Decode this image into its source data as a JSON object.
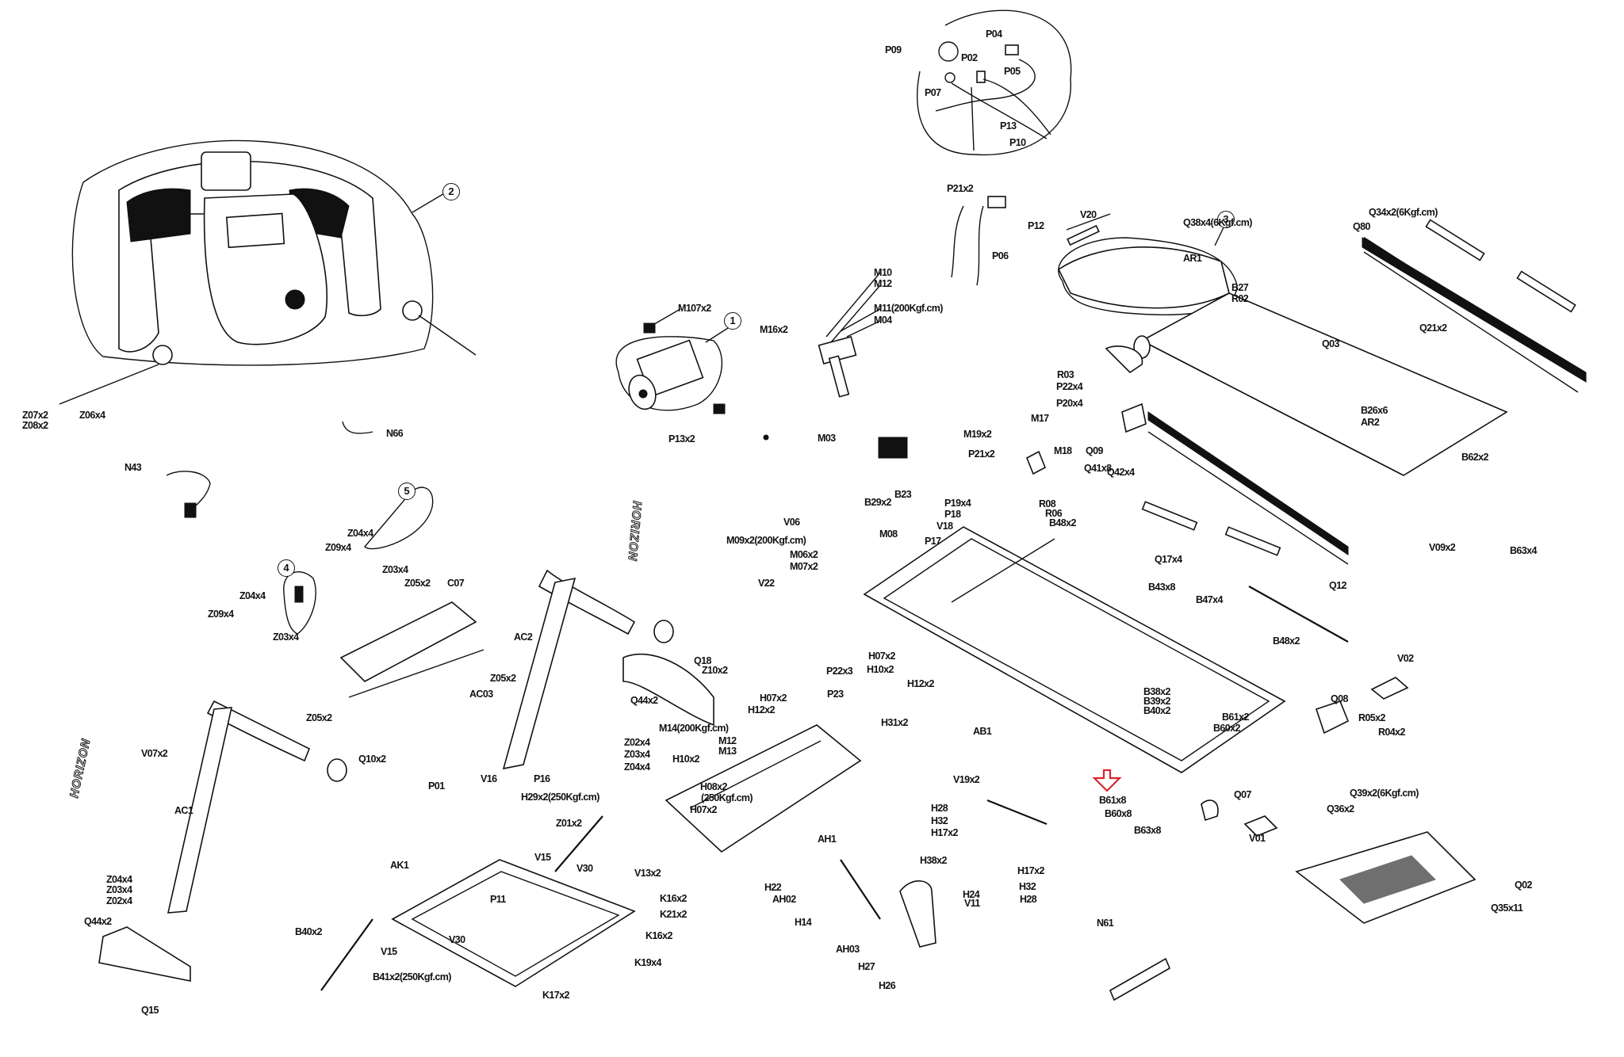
{
  "diagram": {
    "title": "Treadmill exploded parts diagram",
    "brand_text": "HORIZON",
    "highlight_color": "#d9262c",
    "highlight_target": "B61x8",
    "callouts": [
      "1",
      "2",
      "3",
      "4",
      "5"
    ],
    "labels": {
      "P09": "P09",
      "P04": "P04",
      "P02": "P02",
      "P05": "P05",
      "P07": "P07",
      "P13": "P13",
      "P10": "P10",
      "P21x2_top": "P21x2",
      "P12": "P12",
      "P06": "P06",
      "V20": "V20",
      "Q38x4": "Q38x4(6Kgf.cm)",
      "AR1": "AR1",
      "Q34x2": "Q34x2(6Kgf.cm)",
      "Q80": "Q80",
      "B27": "B27",
      "R02": "R02",
      "Q03": "Q03",
      "Q21x2": "Q21x2",
      "R03": "R03",
      "P22x4": "P22x4",
      "P20x4": "P20x4",
      "B26x6": "B26x6",
      "AR2": "AR2",
      "B62x2": "B62x2",
      "Q09": "Q09",
      "Q41x8": "Q41x8",
      "Q42x4": "Q42x4",
      "M17": "M17",
      "M19x2": "M19x2",
      "M18": "M18",
      "Q17x4": "Q17x4",
      "V09x2": "V09x2",
      "B63x4": "B63x4",
      "Q12": "Q12",
      "M107x2": "M107x2",
      "M16x2": "M16x2",
      "M10": "M10",
      "M12_top": "M12",
      "M11": "M11(200Kgf.cm)",
      "M04": "M04",
      "P13x2": "P13x2",
      "M03": "M03",
      "P21x2_mid": "P21x2",
      "Z07x2": "Z07x2",
      "Z08x2": "Z08x2",
      "Z06x4": "Z06x4",
      "N66": "N66",
      "N43": "N43",
      "B29x2": "B29x2",
      "B23": "B23",
      "P19x4": "P19x4",
      "P18": "P18",
      "V18": "V18",
      "M08": "M08",
      "P17": "P17",
      "R08": "R08",
      "R06": "R06",
      "B48x2_top": "B48x2",
      "V06": "V06",
      "M09x2": "M09x2(200Kgf.cm)",
      "M06x2": "M06x2",
      "M07x2": "M07x2",
      "V22": "V22",
      "B43x8": "B43x8",
      "B47x4": "B47x4",
      "B48x2_right": "B48x2",
      "V02": "V02",
      "Z04x4_5": "Z04x4",
      "Z09x4_5": "Z09x4",
      "Z03x4_5": "Z03x4",
      "Z05x2_top": "Z05x2",
      "C07": "C07",
      "Z04x4_4": "Z04x4",
      "Z09x4_4": "Z09x4",
      "Z03x4_4": "Z03x4",
      "Z05x2_ac03": "Z05x2",
      "AC03": "AC03",
      "Z05x2_left": "Z05x2",
      "AC2": "AC2",
      "Q18": "Q18",
      "Z10x2": "Z10x2",
      "Q44x2_mid": "Q44x2",
      "P22x3": "P22x3",
      "P23": "P23",
      "H07x2_a": "H07x2",
      "H10x2_a": "H10x2",
      "H12x2_a": "H12x2",
      "H07x2_b": "H07x2",
      "H12x2_b": "H12x2",
      "H31x2": "H31x2",
      "Z02x4_r": "Z02x4",
      "Z03x4_r": "Z03x4",
      "Z04x4_r": "Z04x4",
      "M14": "M14(200Kgf.cm)",
      "M12_mid": "M12",
      "M13": "M13",
      "AB1": "AB1",
      "B38x2": "B38x2",
      "B39x2": "B39x2",
      "B40x2_frame": "B40x2",
      "B61x2": "B61x2",
      "B60x2": "B60x2",
      "Q08": "Q08",
      "R05x2": "R05x2",
      "R04x2": "R04x2",
      "Q36x2": "Q36x2",
      "Q39x2": "Q39x2(6Kgf.cm)",
      "V07x2": "V07x2",
      "Q10x2": "Q10x2",
      "AC1": "AC1",
      "V16": "V16",
      "P01": "P01",
      "P16": "P16",
      "H10x2_b": "H10x2",
      "H08x2": "H08x2",
      "H08x2_torque": "(250Kgf.cm)",
      "H07x2_c": "H07x2",
      "AH1": "AH1",
      "V19x2": "V19x2",
      "B61x8": "B61x8",
      "B60x8": "B60x8",
      "B63x8": "B63x8",
      "Q07": "Q07",
      "V01": "V01",
      "H29x2": "H29x2(250Kgf.cm)",
      "Z01x2": "Z01x2",
      "V15_a": "V15",
      "V30_a": "V30",
      "V13x2": "V13x2",
      "H28_a": "H28",
      "H32_a": "H32",
      "H17x2_a": "H17x2",
      "H38x2": "H38x2",
      "H22": "H22",
      "AH02": "AH02",
      "H17x2_b": "H17x2",
      "H32_b": "H32",
      "H28_b": "H28",
      "H24": "H24",
      "V11": "V11",
      "H14": "H14",
      "AH03": "AH03",
      "H27": "H27",
      "H26": "H26",
      "Q02": "Q02",
      "Q35x11": "Q35x11",
      "Z04x4_l": "Z04x4",
      "Z03x4_l": "Z03x4",
      "Z02x4_l": "Z02x4",
      "Q44x2_l": "Q44x2",
      "Q15": "Q15",
      "AK1": "AK1",
      "P11": "P11",
      "K16x2_a": "K16x2",
      "K21x2": "K21x2",
      "K16x2_b": "K16x2",
      "K19x4": "K19x4",
      "B40x2": "B40x2",
      "V15_b": "V15",
      "V30_b": "V30",
      "B41x2": "B41x2(250Kgf.cm)",
      "K17x2": "K17x2",
      "N61": "N61"
    }
  }
}
